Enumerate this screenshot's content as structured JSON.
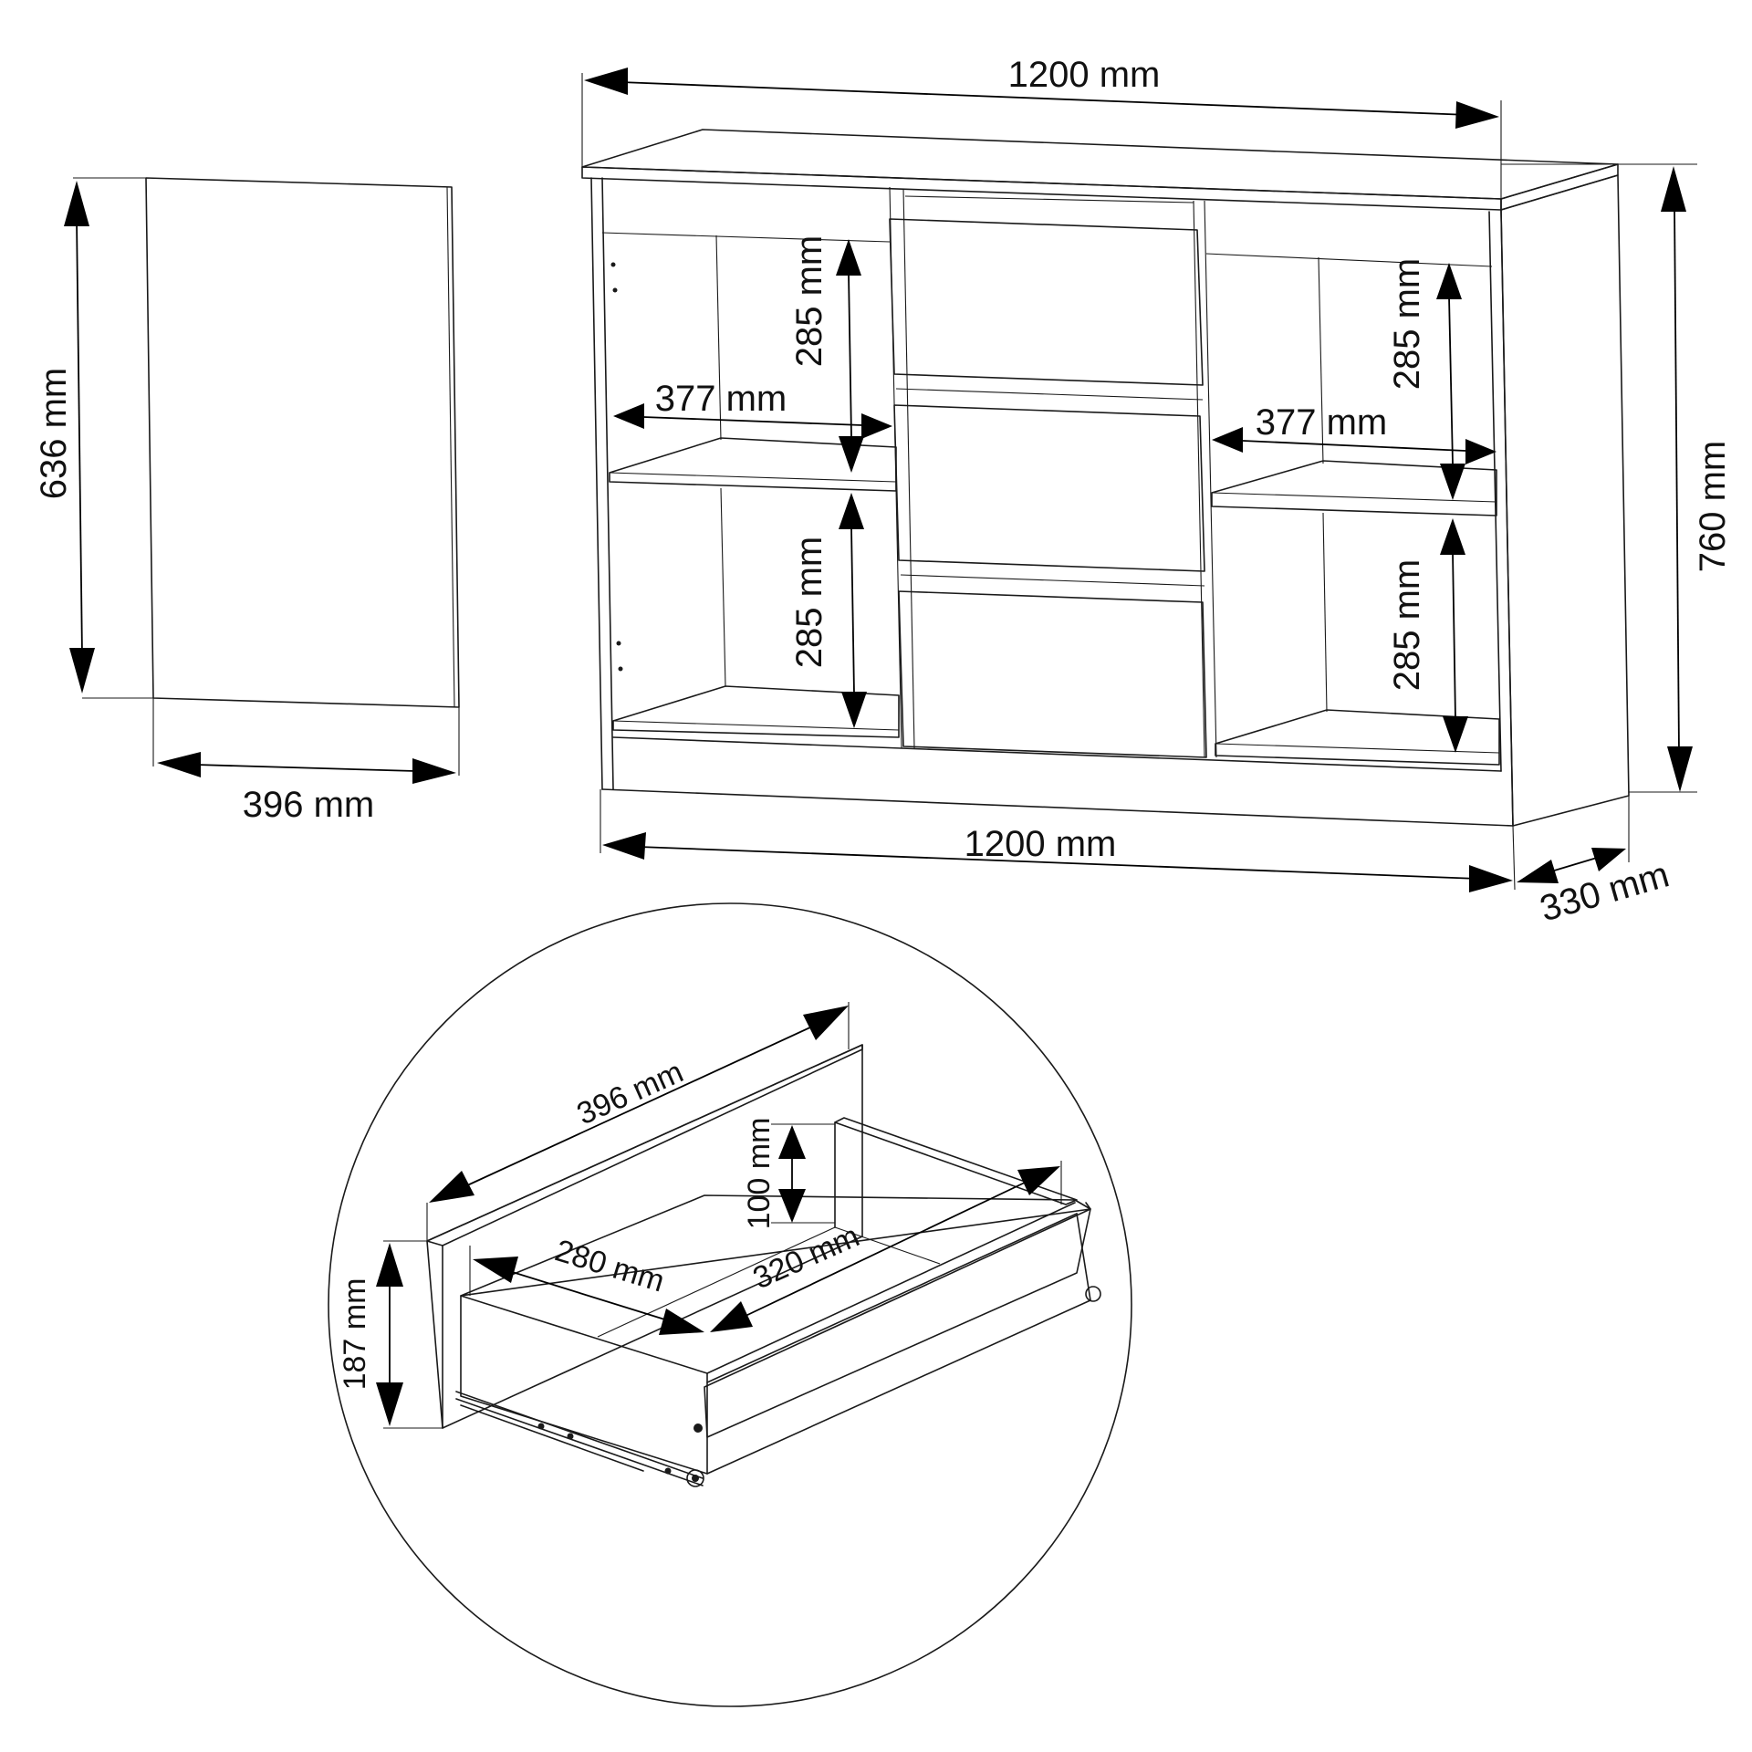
{
  "dimensions": {
    "top_width": "1200 mm",
    "bottom_width": "1200 mm",
    "height": "760 mm",
    "depth": "330 mm",
    "door_height": "636 mm",
    "door_width": "396 mm",
    "shelf_left_upper": "285 mm",
    "shelf_left_lower": "285 mm",
    "shelf_right_upper": "285 mm",
    "shelf_right_lower": "285 mm",
    "shelf_left_width": "377 mm",
    "shelf_right_width": "377 mm",
    "drawer_front_width": "396 mm",
    "drawer_front_height": "187 mm",
    "drawer_inner_height": "100 mm",
    "drawer_inner_width": "280 mm",
    "drawer_inner_depth": "320 mm"
  }
}
